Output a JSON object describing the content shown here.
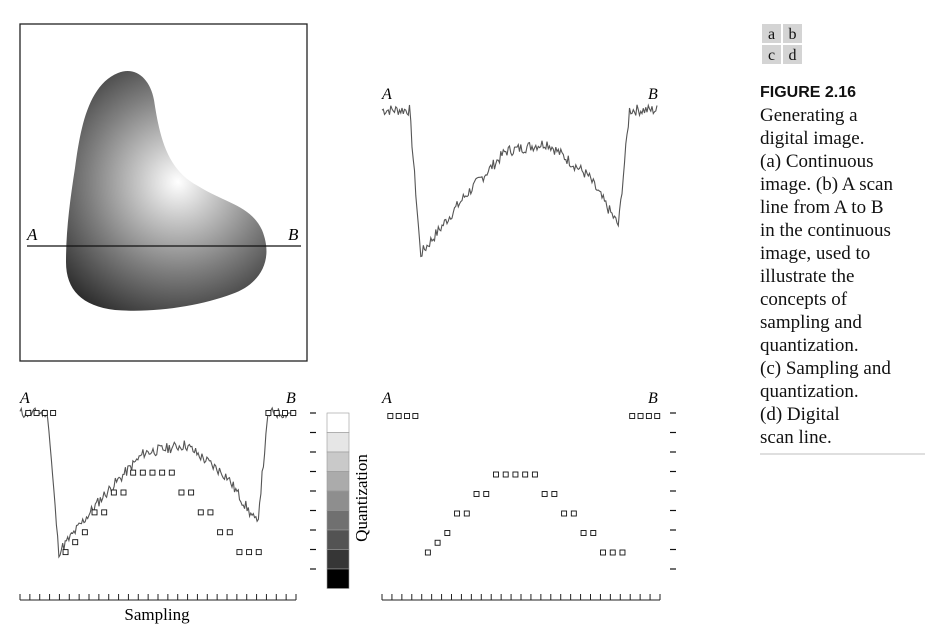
{
  "panel_grid": [
    [
      "a",
      "b"
    ],
    [
      "c",
      "d"
    ]
  ],
  "figure_title": "FIGURE 2.16",
  "caption_lines": [
    "Generating a",
    "digital image.",
    "(a) Continuous",
    "image. (b) A scan",
    "line from A to B",
    "in the continuous",
    "image, used to",
    "illustrate the",
    "concepts of",
    "sampling and",
    "quantization.",
    "(c) Sampling and",
    "quantization.",
    "(d) Digital",
    "scan line."
  ],
  "labels": {
    "point_a": "A",
    "point_b": "B",
    "quantization": "Quantization",
    "sampling": "Sampling"
  },
  "colors": {
    "gray_scale_bar": [
      "#ffffff",
      "#e6e6e6",
      "#c9c9c9",
      "#ababab",
      "#8e8e8e",
      "#707070",
      "#535353",
      "#363636",
      "#000000"
    ]
  },
  "chart_data": [
    {
      "panel": "b",
      "type": "line",
      "series": [
        {
          "x": [
            0,
            0.1,
            0.14,
            0.3,
            0.45,
            0.6,
            0.75,
            0.86,
            0.9,
            1
          ],
          "values": [
            8,
            8,
            1,
            3.8,
            6,
            6.4,
            4.8,
            2.4,
            8,
            8
          ]
        }
      ]
    },
    {
      "panel": "c",
      "type": "scatter",
      "xlabel": "Sampling",
      "ylabel": "Quantization",
      "ylim": [
        0,
        8
      ],
      "series": [
        {
          "x": [
            0,
            0.1,
            0.14,
            0.3,
            0.45,
            0.6,
            0.75,
            0.86,
            0.9,
            1
          ],
          "values": [
            8,
            8,
            1,
            3.8,
            6,
            6.4,
            4.8,
            2.4,
            8,
            8
          ]
        },
        {
          "x": [
            0.03,
            0.06,
            0.09,
            0.12,
            0.165,
            0.2,
            0.235,
            0.27,
            0.305,
            0.34,
            0.375,
            0.41,
            0.445,
            0.48,
            0.515,
            0.55,
            0.585,
            0.62,
            0.655,
            0.69,
            0.725,
            0.76,
            0.795,
            0.83,
            0.865,
            0.9,
            0.93,
            0.96,
            0.99
          ],
          "values": [
            8,
            8,
            8,
            8,
            1,
            1.5,
            2,
            3,
            3,
            4,
            4,
            5,
            5,
            5,
            5,
            5,
            4,
            4,
            3,
            3,
            2,
            2,
            1,
            1,
            1,
            8,
            8,
            8,
            8
          ]
        }
      ]
    },
    {
      "panel": "d",
      "type": "scatter",
      "ylim": [
        0,
        8
      ],
      "x": [
        0.03,
        0.06,
        0.09,
        0.12,
        0.165,
        0.2,
        0.235,
        0.27,
        0.305,
        0.34,
        0.375,
        0.41,
        0.445,
        0.48,
        0.515,
        0.55,
        0.585,
        0.62,
        0.655,
        0.69,
        0.725,
        0.76,
        0.795,
        0.83,
        0.865,
        0.9,
        0.93,
        0.96,
        0.99
      ],
      "values": [
        8,
        8,
        8,
        8,
        1,
        1.5,
        2,
        3,
        3,
        4,
        4,
        5,
        5,
        5,
        5,
        5,
        4,
        4,
        3,
        3,
        2,
        2,
        1,
        1,
        1,
        8,
        8,
        8,
        8
      ]
    }
  ]
}
